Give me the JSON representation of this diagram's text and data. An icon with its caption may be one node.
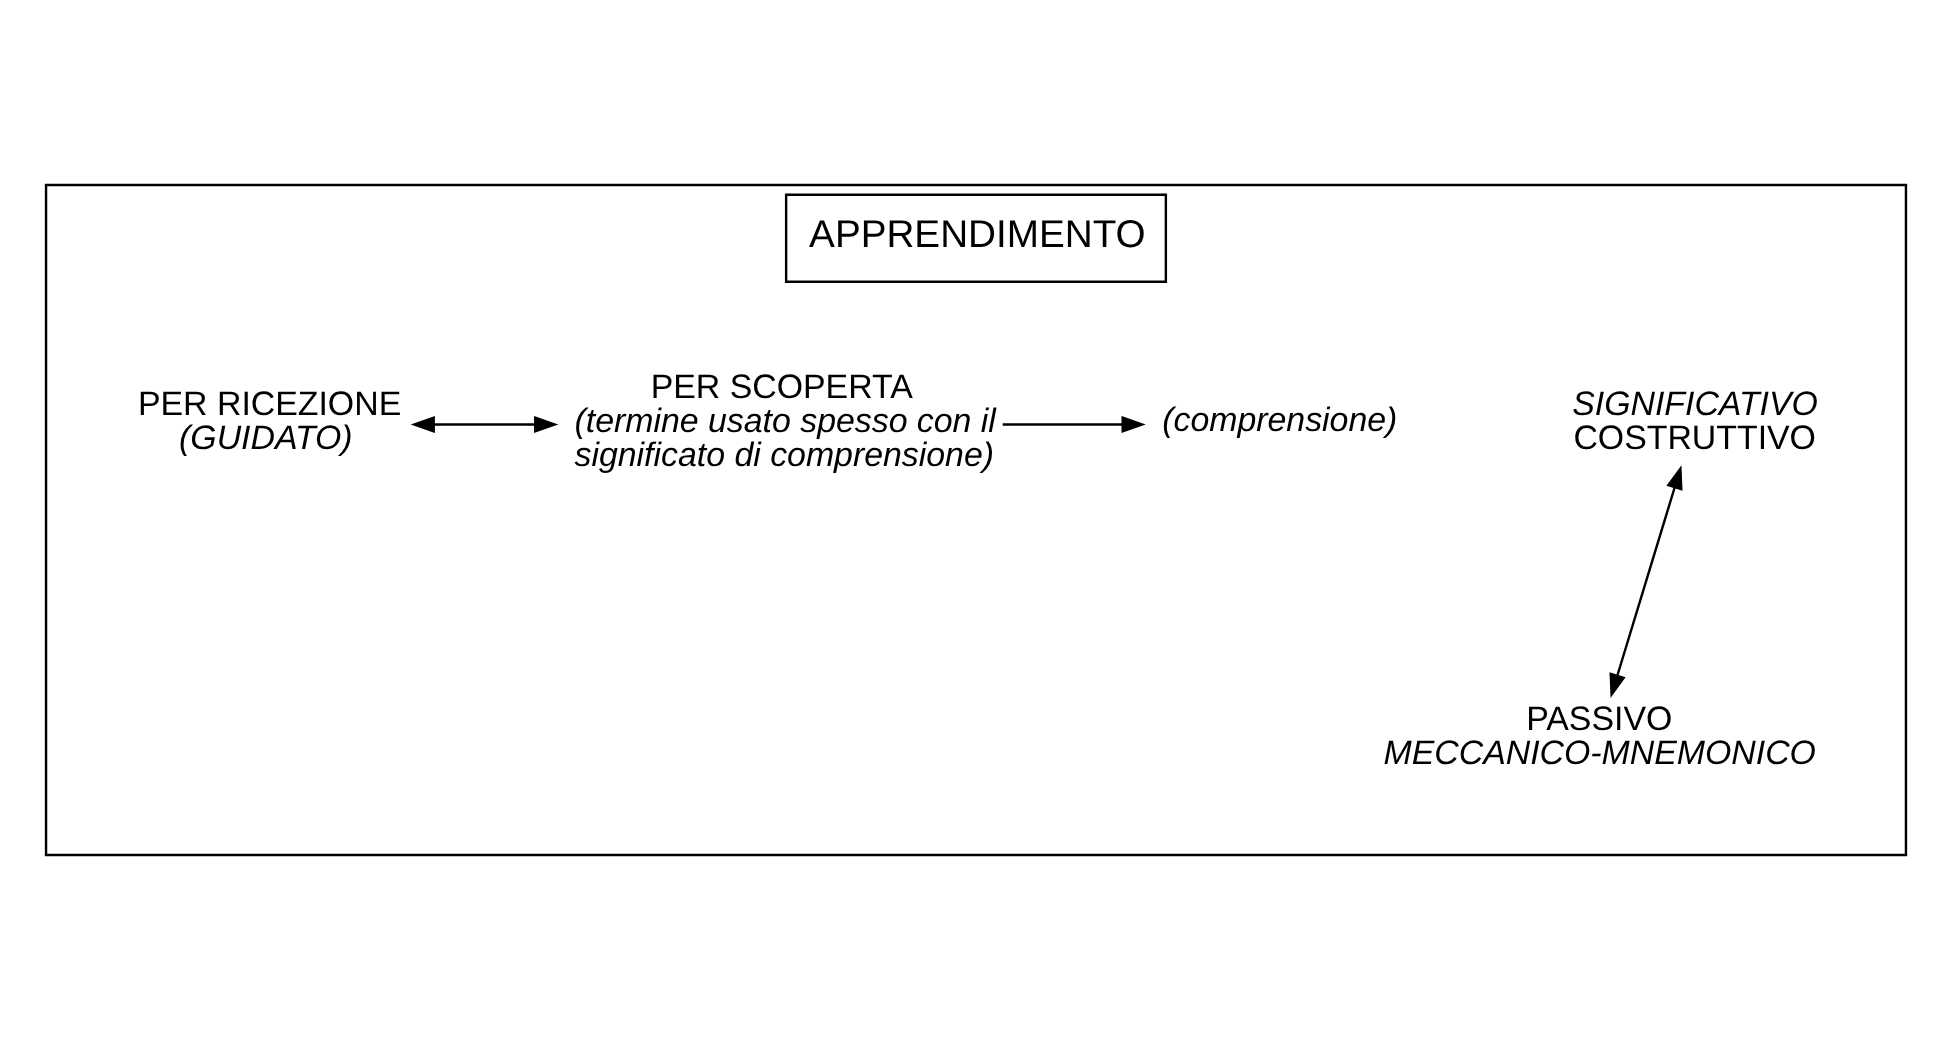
{
  "diagram": {
    "nodes": [
      {
        "text": [
          "APPRENDIMENTO"
        ]
      },
      {
        "text": [
          "SIGNIFICATIVO",
          "COSTRUTTIVO"
        ],
        "in": 0
      },
      {
        "text": [
          "(comprensione)"
        ],
        "in": 0
      },
      {
        "text": [
          "PER RICEZIONE",
          "(GUIDATO)"
        ],
        "in": 0
      },
      {
        "text": [
          "PER SCOPERTA",
          "(termine usato spesso con il significato di comprensione)"
        ],
        "in": 0
      },
      {
        "text": [
          "PASSIVO",
          "MECCANICO-MNEMONICO"
        ],
        "in": 0
      }
    ],
    "edges": [
      {
        "from": 1,
        "to": 5,
        "arrow": "both"
      },
      {
        "from": 3,
        "to": 4,
        "arrow": "both"
      },
      {
        "from": 4,
        "to": 2,
        "arrow": "to"
      }
    ]
  }
}
